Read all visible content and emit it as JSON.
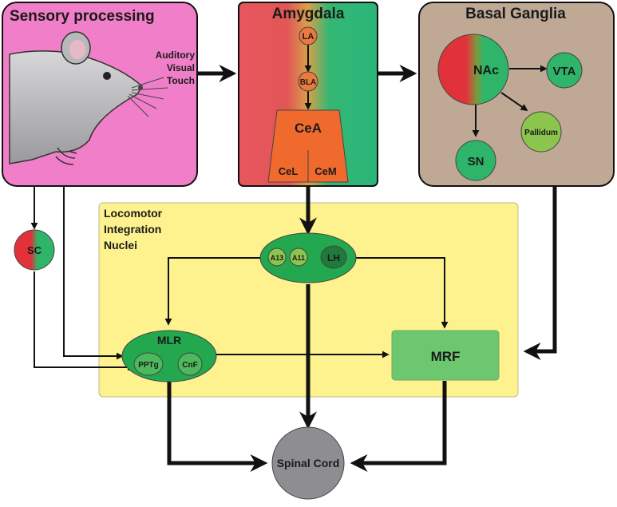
{
  "panels": {
    "sensory": {
      "title": "Sensory processing",
      "inputs": [
        "Auditory",
        "Visual",
        "Touch"
      ]
    },
    "amygdala": {
      "title": "Amygdala",
      "la": "LA",
      "bla": "BLA",
      "cea": "CeA",
      "cel": "CeL",
      "cem": "CeM"
    },
    "basal_ganglia": {
      "title": "Basal Ganglia",
      "nac": "NAc",
      "vta": "VTA",
      "pallidum": "Pallidum",
      "sn": "SN"
    },
    "locomotor": {
      "title_lines": [
        "Locomotor",
        "Integration",
        "Nuclei"
      ]
    }
  },
  "nodes": {
    "sc": "SC",
    "a13": "A13",
    "a11": "A11",
    "lh": "LH",
    "mlr": "MLR",
    "pptg": "PPTg",
    "cnf": "CnF",
    "mrf": "MRF",
    "spinal_cord": "Spinal Cord"
  },
  "colors": {
    "sensory_bg": "#f07ec8",
    "basal_bg": "#bfa995",
    "locomotor_bg": "#fdf28d",
    "red": "#e0464e",
    "green": "#2fb56a",
    "orange": "#f06a2e",
    "mlr_green": "#23a84f",
    "mrf_green": "#6cc76f",
    "spinal_gray": "#8e8e92"
  }
}
